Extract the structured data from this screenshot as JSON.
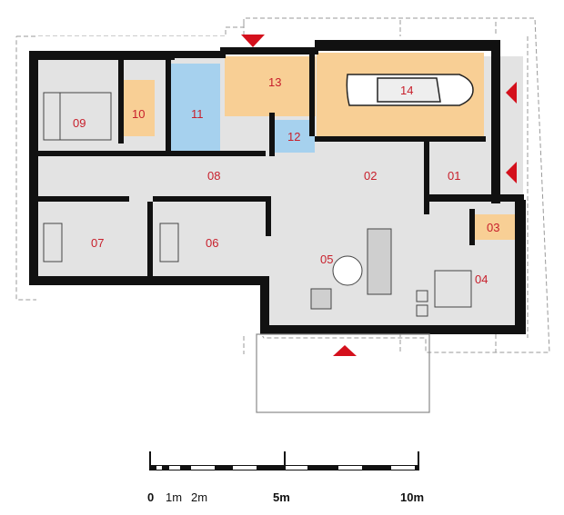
{
  "colors": {
    "wall": "#111111",
    "floor": "#e3e3e3",
    "garage": "#f8cf95",
    "boiler": "#f8cf95",
    "pantry": "#f8cf95",
    "bath": "#a6d1ee",
    "label": "#c8202c",
    "arrow": "#d4101c",
    "dash": "#9a9a9a"
  },
  "rooms": [
    {
      "id": "01",
      "label": "01"
    },
    {
      "id": "02",
      "label": "02"
    },
    {
      "id": "03",
      "label": "03"
    },
    {
      "id": "04",
      "label": "04"
    },
    {
      "id": "05",
      "label": "05"
    },
    {
      "id": "06",
      "label": "06"
    },
    {
      "id": "07",
      "label": "07"
    },
    {
      "id": "08",
      "label": "08"
    },
    {
      "id": "09",
      "label": "09"
    },
    {
      "id": "10",
      "label": "10"
    },
    {
      "id": "11",
      "label": "11"
    },
    {
      "id": "12",
      "label": "12"
    },
    {
      "id": "13",
      "label": "13"
    },
    {
      "id": "14",
      "label": "14"
    }
  ],
  "scale": {
    "labels": [
      "0",
      "1m",
      "2m",
      "5m",
      "10m"
    ]
  }
}
